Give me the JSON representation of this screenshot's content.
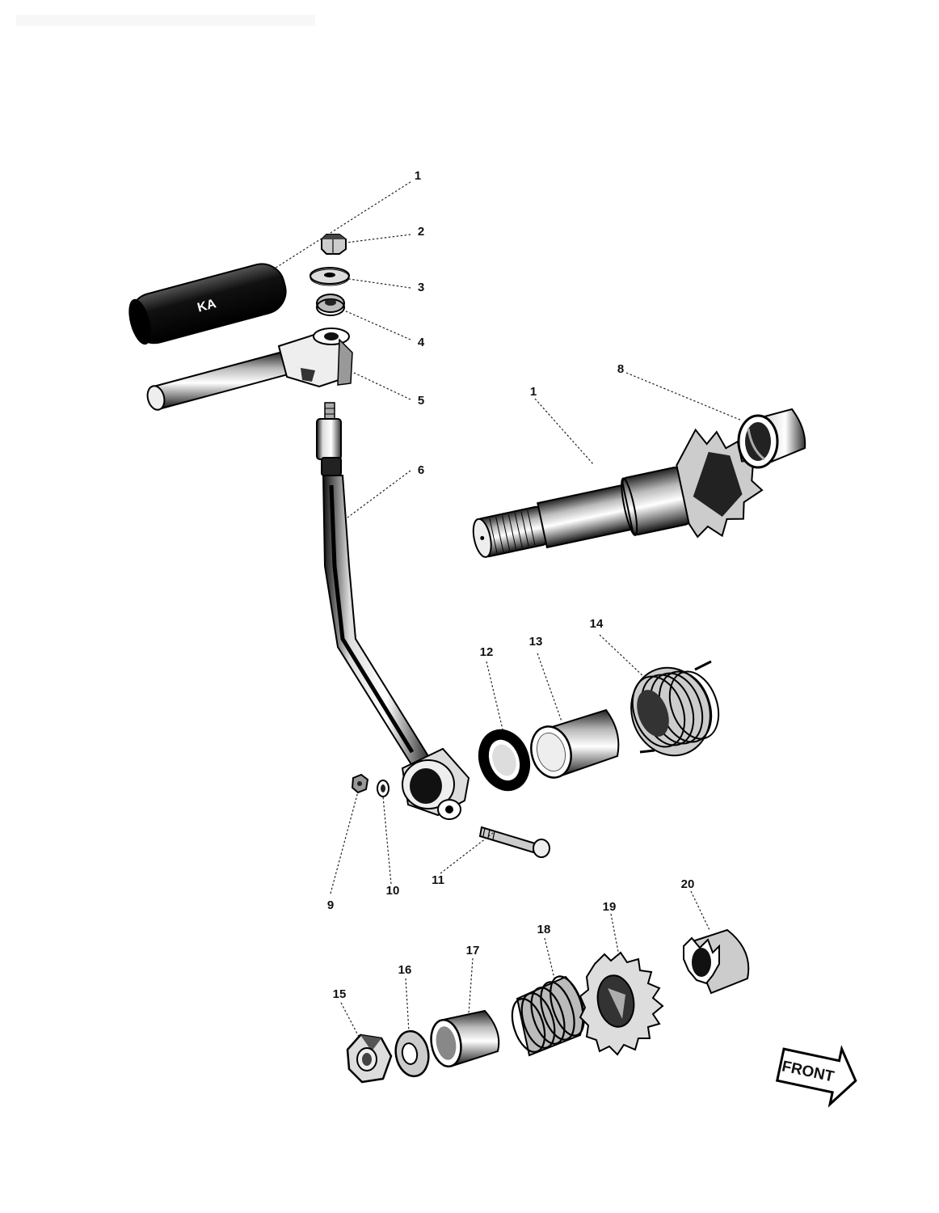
{
  "header": {
    "faded_text": ""
  },
  "callouts": {
    "c1a": "1",
    "c2": "2",
    "c3": "3",
    "c4": "4",
    "c5": "5",
    "c6": "6",
    "c1b": "1",
    "c8": "8",
    "c9": "9",
    "c10": "10",
    "c11": "11",
    "c12": "12",
    "c13": "13",
    "c14": "14",
    "c15": "15",
    "c16": "16",
    "c17": "17",
    "c18": "18",
    "c19": "19",
    "c20": "20"
  },
  "front_arrow": {
    "label": "FRONT"
  },
  "grip_marking": "KA"
}
